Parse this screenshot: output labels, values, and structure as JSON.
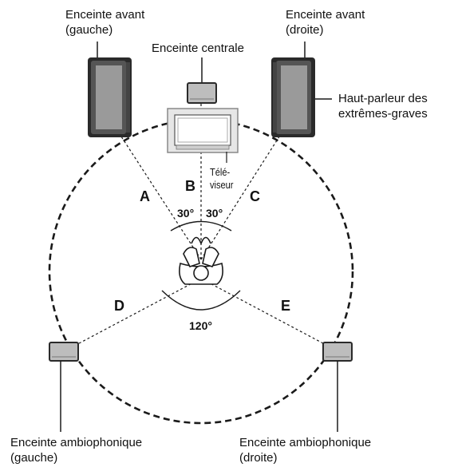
{
  "labels": {
    "front_left": [
      "Enceinte avant",
      "(gauche)"
    ],
    "front_right": [
      "Enceinte avant",
      "(droite)"
    ],
    "center": "Enceinte centrale",
    "subwoofer": [
      "Haut-parleur des",
      "extrêmes-graves"
    ],
    "tv": [
      "Télé-",
      "viseur"
    ],
    "surround_left": [
      "Enceinte ambiophonique",
      "(gauche)"
    ],
    "surround_right": [
      "Enceinte ambiophonique",
      "(droite)"
    ]
  },
  "distance_letters": {
    "a": "A",
    "b": "B",
    "c": "C",
    "d": "D",
    "e": "E"
  },
  "angles": {
    "left": "30°",
    "right": "30°",
    "rear": "120°"
  },
  "colors": {
    "line": "#1a1a1a",
    "speaker_fill": "#bdbdbd",
    "speaker_dark": "#2a2a2a",
    "tv_frame": "#e6e6e6"
  }
}
